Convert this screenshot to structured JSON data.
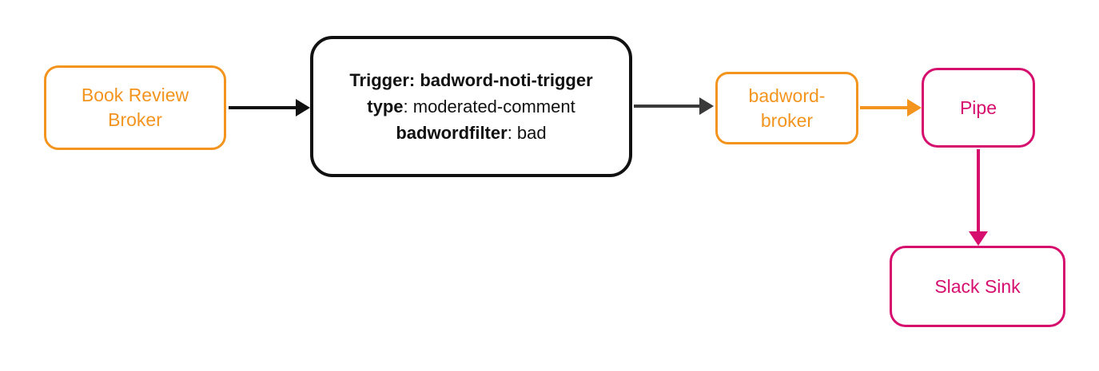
{
  "colors": {
    "orange": "#F3941F",
    "pink": "#D60F6E",
    "black": "#111111",
    "dark_gray": "#3A3A3A",
    "background": "#FFFFFF"
  },
  "diagram": {
    "nodes": {
      "book_review_broker": {
        "label": "Book Review Broker",
        "color": "#F3941F"
      },
      "trigger": {
        "color": "#111111",
        "lines": [
          {
            "bold": "Trigger: badword-noti-trigger",
            "rest": ""
          },
          {
            "bold": "type",
            "rest": ": moderated-comment"
          },
          {
            "bold": "badwordfilter",
            "rest": ": bad"
          }
        ]
      },
      "badword_broker": {
        "label": "badword-broker",
        "color": "#F3941F"
      },
      "pipe": {
        "label": "Pipe",
        "color": "#D60F6E"
      },
      "slack_sink": {
        "label": "Slack Sink",
        "color": "#D60F6E"
      }
    },
    "edges": [
      {
        "from": "book-review-broker",
        "to": "trigger",
        "color": "#111111",
        "direction": "right"
      },
      {
        "from": "trigger",
        "to": "badword-broker",
        "color": "#3A3A3A",
        "direction": "right"
      },
      {
        "from": "badword-broker",
        "to": "pipe",
        "color": "#F3941F",
        "direction": "right"
      },
      {
        "from": "pipe",
        "to": "slack-sink",
        "color": "#D60F6E",
        "direction": "down"
      }
    ]
  }
}
